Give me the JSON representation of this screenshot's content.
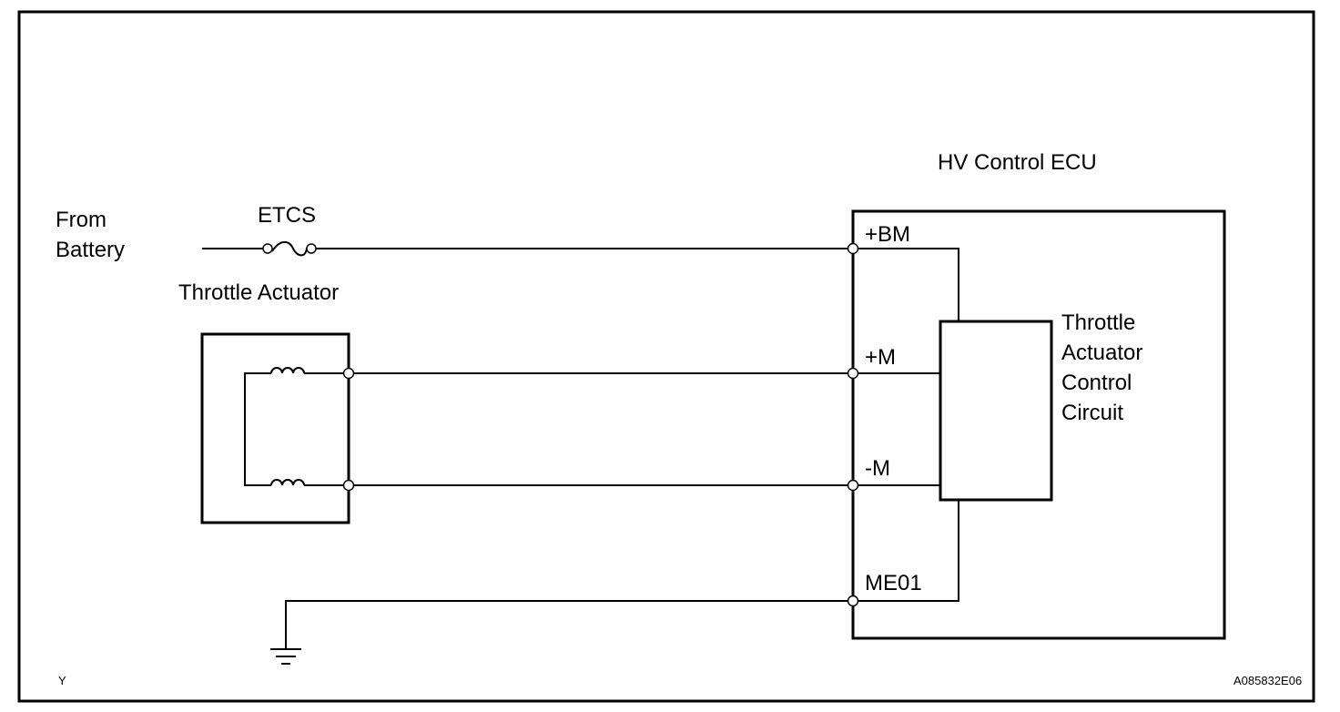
{
  "labels": {
    "source": [
      "From",
      "Battery"
    ],
    "fuse": "ETCS",
    "actuator": "Throttle Actuator",
    "ecu": "HV Control ECU",
    "circuit": [
      "Throttle",
      "Actuator",
      "Control",
      "Circuit"
    ],
    "pins": {
      "bm": "+BM",
      "m_plus": "+M",
      "m_minus": "-M",
      "me01": "ME01"
    },
    "corner_mark": "Y",
    "figure_code": "A085832E06"
  }
}
